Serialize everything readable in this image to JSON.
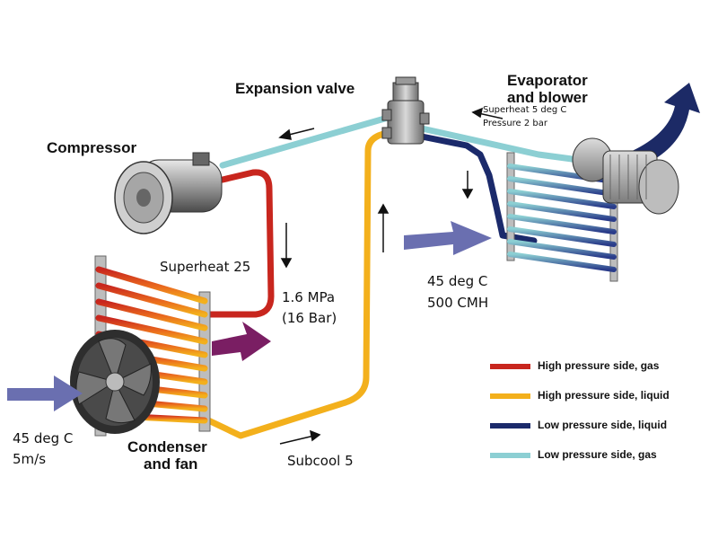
{
  "labels": {
    "expansion_valve": "Expansion valve",
    "evaporator_line1": "Evaporator",
    "evaporator_line2": "and blower",
    "evap_superheat": "Superheat 5 deg C",
    "evap_pressure": "Pressure 2 bar",
    "compressor": "Compressor",
    "superheat": "Superheat 25",
    "pressure_line1": "1.6 MPa",
    "pressure_line2": "(16 Bar)",
    "air_temp": "45 deg C",
    "airflow": "500 CMH",
    "ambient_temp": "45 deg C",
    "air_speed": "5m/s",
    "condenser_line1": "Condenser",
    "condenser_line2": "and fan",
    "subcool": "Subcool 5"
  },
  "legend": [
    {
      "label": "High pressure side, gas",
      "color": "#c8261e"
    },
    {
      "label": "High pressure side, liquid",
      "color": "#f3b01c"
    },
    {
      "label": "Low pressure side, liquid",
      "color": "#1b2a6b"
    },
    {
      "label": "Low pressure side, gas",
      "color": "#8ccfd3"
    }
  ],
  "colors": {
    "high_gas": "#c8261e",
    "high_liquid": "#f3b01c",
    "low_liquid": "#1b2a6b",
    "low_gas": "#8ccfd3"
  }
}
